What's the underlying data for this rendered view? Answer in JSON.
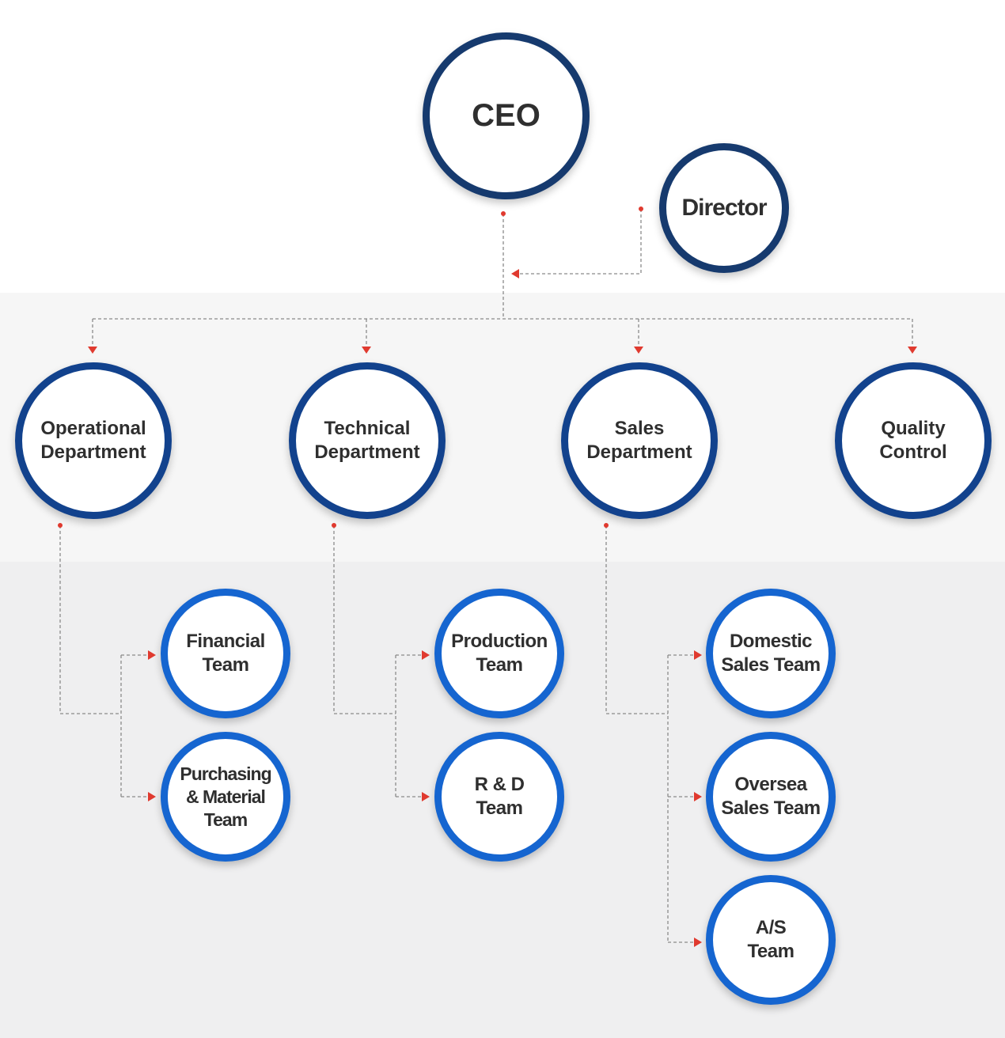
{
  "org_chart": {
    "ceo": "CEO",
    "director": "Director",
    "departments": [
      {
        "label": "Operational\nDepartment"
      },
      {
        "label": "Technical\nDepartment"
      },
      {
        "label": "Sales\nDepartment"
      },
      {
        "label": "Quality\nControl"
      }
    ],
    "teams": {
      "financial": "Financial\nTeam",
      "purchasing": "Purchasing\n& Material\nTeam",
      "production": "Production\nTeam",
      "rnd": "R & D\nTeam",
      "domestic": "Domestic\nSales Team",
      "oversea": "Oversea\nSales Team",
      "as": "A/S\nTeam"
    }
  },
  "colors": {
    "ceo_ring": "#163a6e",
    "dept_ring": "#12428d",
    "team_ring": "#1565d0",
    "connector": "#8a8a8a",
    "arrow": "#e03a2f"
  }
}
